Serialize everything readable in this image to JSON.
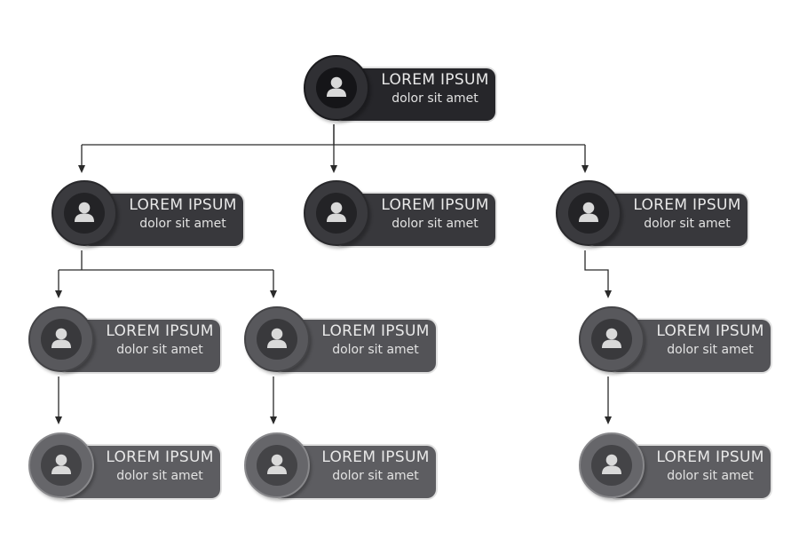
{
  "colors": {
    "connector": "#2a2a2a",
    "level_0": "#26262a",
    "level_1": "#38383c",
    "level_2": "#535357",
    "level_3": "#5d5d61",
    "text": "#e8e8e8"
  },
  "nodes": [
    {
      "id": "root",
      "title": "LOREM IPSUM",
      "subtitle": "dolor sit amet",
      "icon": "person-icon",
      "level": 0
    },
    {
      "id": "b1",
      "title": "LOREM IPSUM",
      "subtitle": "dolor sit amet",
      "icon": "person-icon",
      "level": 1,
      "parent": "root"
    },
    {
      "id": "b2",
      "title": "LOREM IPSUM",
      "subtitle": "dolor sit amet",
      "icon": "person-icon",
      "level": 1,
      "parent": "root"
    },
    {
      "id": "b3",
      "title": "LOREM IPSUM",
      "subtitle": "dolor sit amet",
      "icon": "person-icon",
      "level": 1,
      "parent": "root"
    },
    {
      "id": "b1-c1",
      "title": "LOREM IPSUM",
      "subtitle": "dolor sit amet",
      "icon": "person-icon",
      "level": 2,
      "parent": "b1"
    },
    {
      "id": "b1-c2",
      "title": "LOREM IPSUM",
      "subtitle": "dolor sit amet",
      "icon": "person-icon",
      "level": 2,
      "parent": "b1"
    },
    {
      "id": "b3-c1",
      "title": "LOREM IPSUM",
      "subtitle": "dolor sit amet",
      "icon": "person-icon",
      "level": 2,
      "parent": "b3"
    },
    {
      "id": "b1-c1-d",
      "title": "LOREM IPSUM",
      "subtitle": "dolor sit amet",
      "icon": "person-icon",
      "level": 3,
      "parent": "b1-c1"
    },
    {
      "id": "b1-c2-d",
      "title": "LOREM IPSUM",
      "subtitle": "dolor sit amet",
      "icon": "person-icon",
      "level": 3,
      "parent": "b1-c2"
    },
    {
      "id": "b3-c1-d",
      "title": "LOREM IPSUM",
      "subtitle": "dolor sit amet",
      "icon": "person-icon",
      "level": 3,
      "parent": "b3-c1"
    }
  ]
}
